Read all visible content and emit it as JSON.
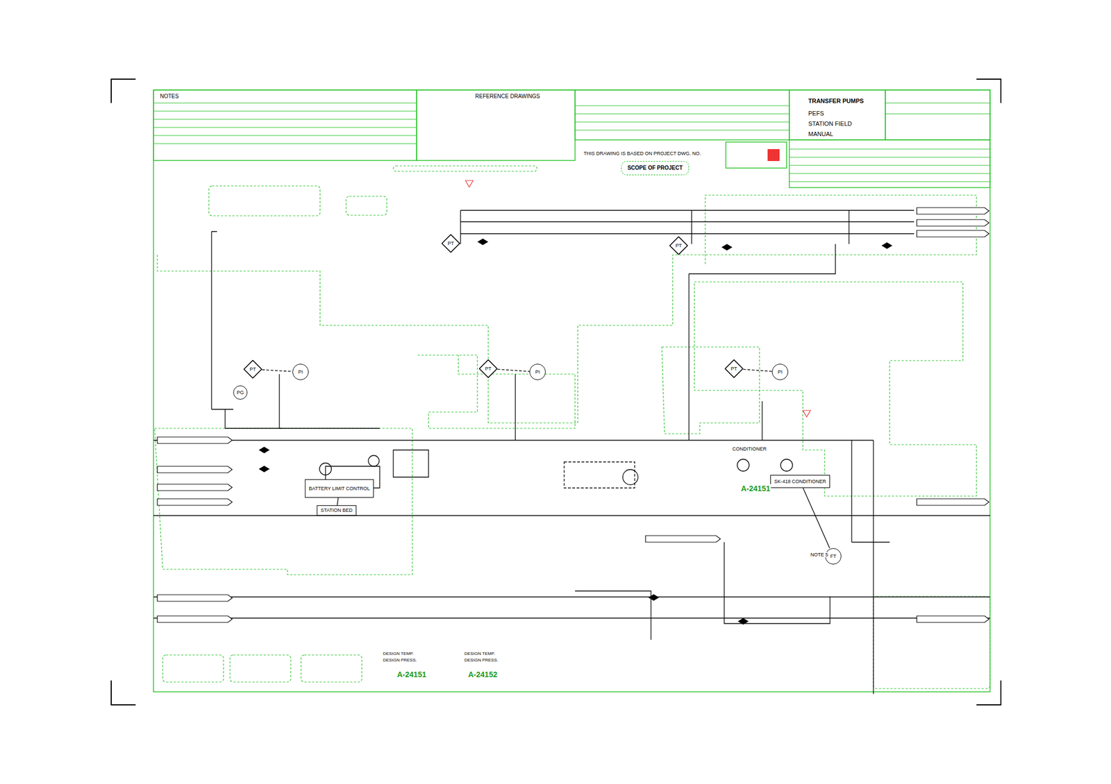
{
  "diagram": {
    "title": "TRANSFER PUMPS",
    "nodes": [
      {
        "text": [
          "SCOPE OF PROJECT"
        ]
      },
      {
        "text": [
          "PT"
        ]
      },
      {
        "text": [
          "PI"
        ]
      },
      {
        "text": [
          "PT"
        ]
      },
      {
        "text": [
          "PI"
        ]
      },
      {
        "text": [
          "PT"
        ]
      },
      {
        "text": [
          "PI"
        ]
      },
      {
        "text": [
          "PG"
        ]
      },
      {
        "text": [
          "PT"
        ]
      },
      {
        "text": [
          "PT"
        ]
      },
      {
        "text": [
          "BATTERY LIMIT CONTROL"
        ]
      },
      {
        "text": [
          "STATION BED"
        ]
      },
      {
        "text": [
          "SK-418 CONDITIONER"
        ]
      },
      {
        "text": [
          "FT"
        ]
      }
    ],
    "edges": [
      {
        "from": 1,
        "to": 2,
        "arrow": "none"
      },
      {
        "from": 3,
        "to": 4,
        "arrow": "none"
      },
      {
        "from": 5,
        "to": 6,
        "arrow": "none"
      },
      {
        "from": 10,
        "to": 11,
        "arrow": "none"
      },
      {
        "from": 12,
        "to": 13,
        "arrow": "none"
      }
    ],
    "labels": [
      "NOTES",
      "REFERENCE DRAWINGS",
      "PEFS",
      "STATION FIELD",
      "MANUAL",
      "A-24151",
      "A-24151",
      "A-24152",
      "CONDITIONER",
      "NOTE 5",
      "DESIGN TEMP.",
      "DESIGN PRESS.",
      "DESIGN TEMP.",
      "DESIGN PRESS.",
      "THIS DRAWING IS BASED ON PROJECT DWG. NO."
    ]
  }
}
